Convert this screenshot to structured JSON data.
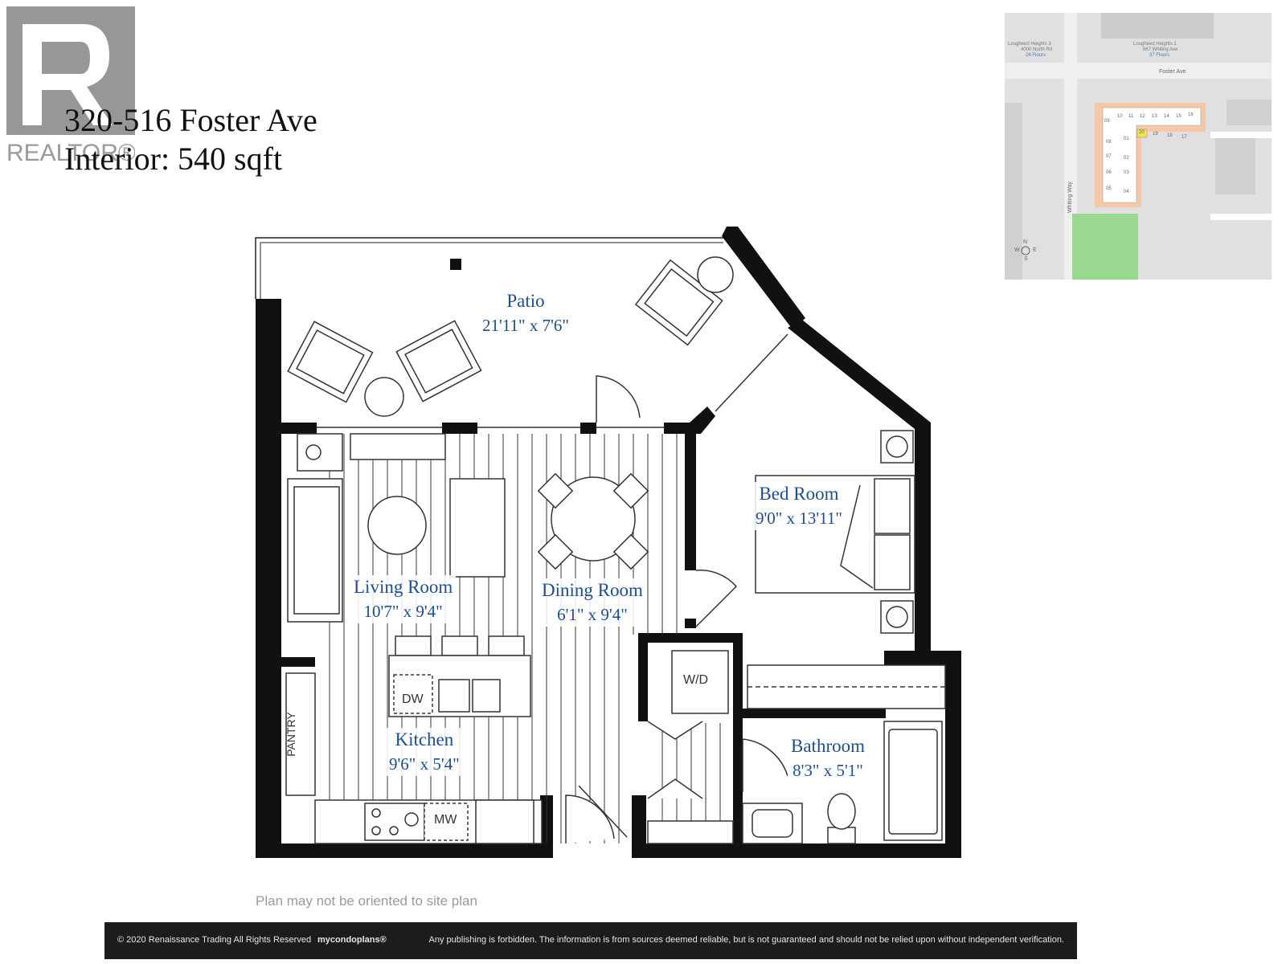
{
  "header": {
    "logo_text": "REALTOR®",
    "address": "320-516 Foster Ave",
    "interior": "Interior: 540 sqft"
  },
  "rooms": [
    {
      "name": "Patio",
      "dims": "21'11\" x 7'6\""
    },
    {
      "name": "Bed Room",
      "dims": "9'0\" x 13'11\""
    },
    {
      "name": "Living Room",
      "dims": "10'7\" x 9'4\""
    },
    {
      "name": "Dining Room",
      "dims": "6'1\" x 9'4\""
    },
    {
      "name": "Kitchen",
      "dims": "9'6\" x 5'4\""
    },
    {
      "name": "Bathroom",
      "dims": "8'3\" x 5'1\""
    }
  ],
  "fixtures": {
    "dw": "DW",
    "mw": "MW",
    "wd": "W/D",
    "pantry": "PANTRY"
  },
  "note": "Plan may not be oriented to site plan",
  "footer": {
    "copyright": "© 2020 Renaissance Trading  All Rights Reserved",
    "brand": "mycondoplans®",
    "disclaimer": "Any publishing is forbidden.  The information is from sources deemed reliable, but is not guaranteed and should not be relied upon without independent verification."
  },
  "keymap": {
    "building_left": "Lougheed Heights 3",
    "building_left_addr": "4000 North Rd",
    "building_left_floors": "26 Floors",
    "building_right": "Lougheed Heights 1",
    "building_right_addr": "667 Whiting Ave",
    "building_right_floors": "37 Floors",
    "street_top": "Foster Ave",
    "street_side": "Whiting Way",
    "compass_n": "N",
    "compass_w": "W",
    "compass_e": "E",
    "compass_s": "S",
    "units_top": [
      "09",
      "10",
      "11",
      "12",
      "13",
      "14",
      "15",
      "16"
    ],
    "units_mid": [
      "20",
      "19",
      "18",
      "17"
    ],
    "units_left": [
      "08",
      "01",
      "07",
      "02",
      "06",
      "03",
      "05",
      "04"
    ],
    "highlight_unit": "20",
    "colors": {
      "highlight": "#f2e24a",
      "building": "#f5c9a8",
      "park": "#9bd88f"
    }
  }
}
